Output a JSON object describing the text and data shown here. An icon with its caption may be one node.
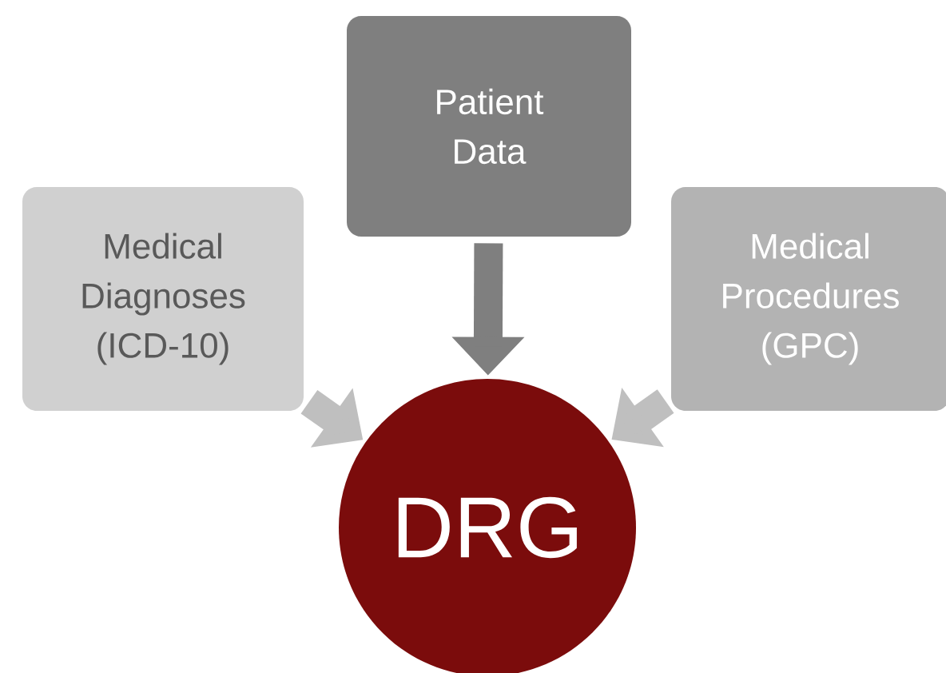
{
  "diagram": {
    "nodes": [
      {
        "text": [
          "Medical Diagnoses (ICD-10)"
        ]
      },
      {
        "text": [
          "Patient Data"
        ]
      },
      {
        "text": [
          "Medical Procedures (GPC)"
        ]
      },
      {
        "text": [
          "DRG"
        ]
      }
    ],
    "edges": [
      {
        "from": 0,
        "to": 3,
        "arrow": "to"
      },
      {
        "from": 1,
        "to": 3,
        "arrow": "to",
        "color": "#7f7f7f"
      },
      {
        "from": 2,
        "to": 3,
        "arrow": "to"
      }
    ]
  }
}
